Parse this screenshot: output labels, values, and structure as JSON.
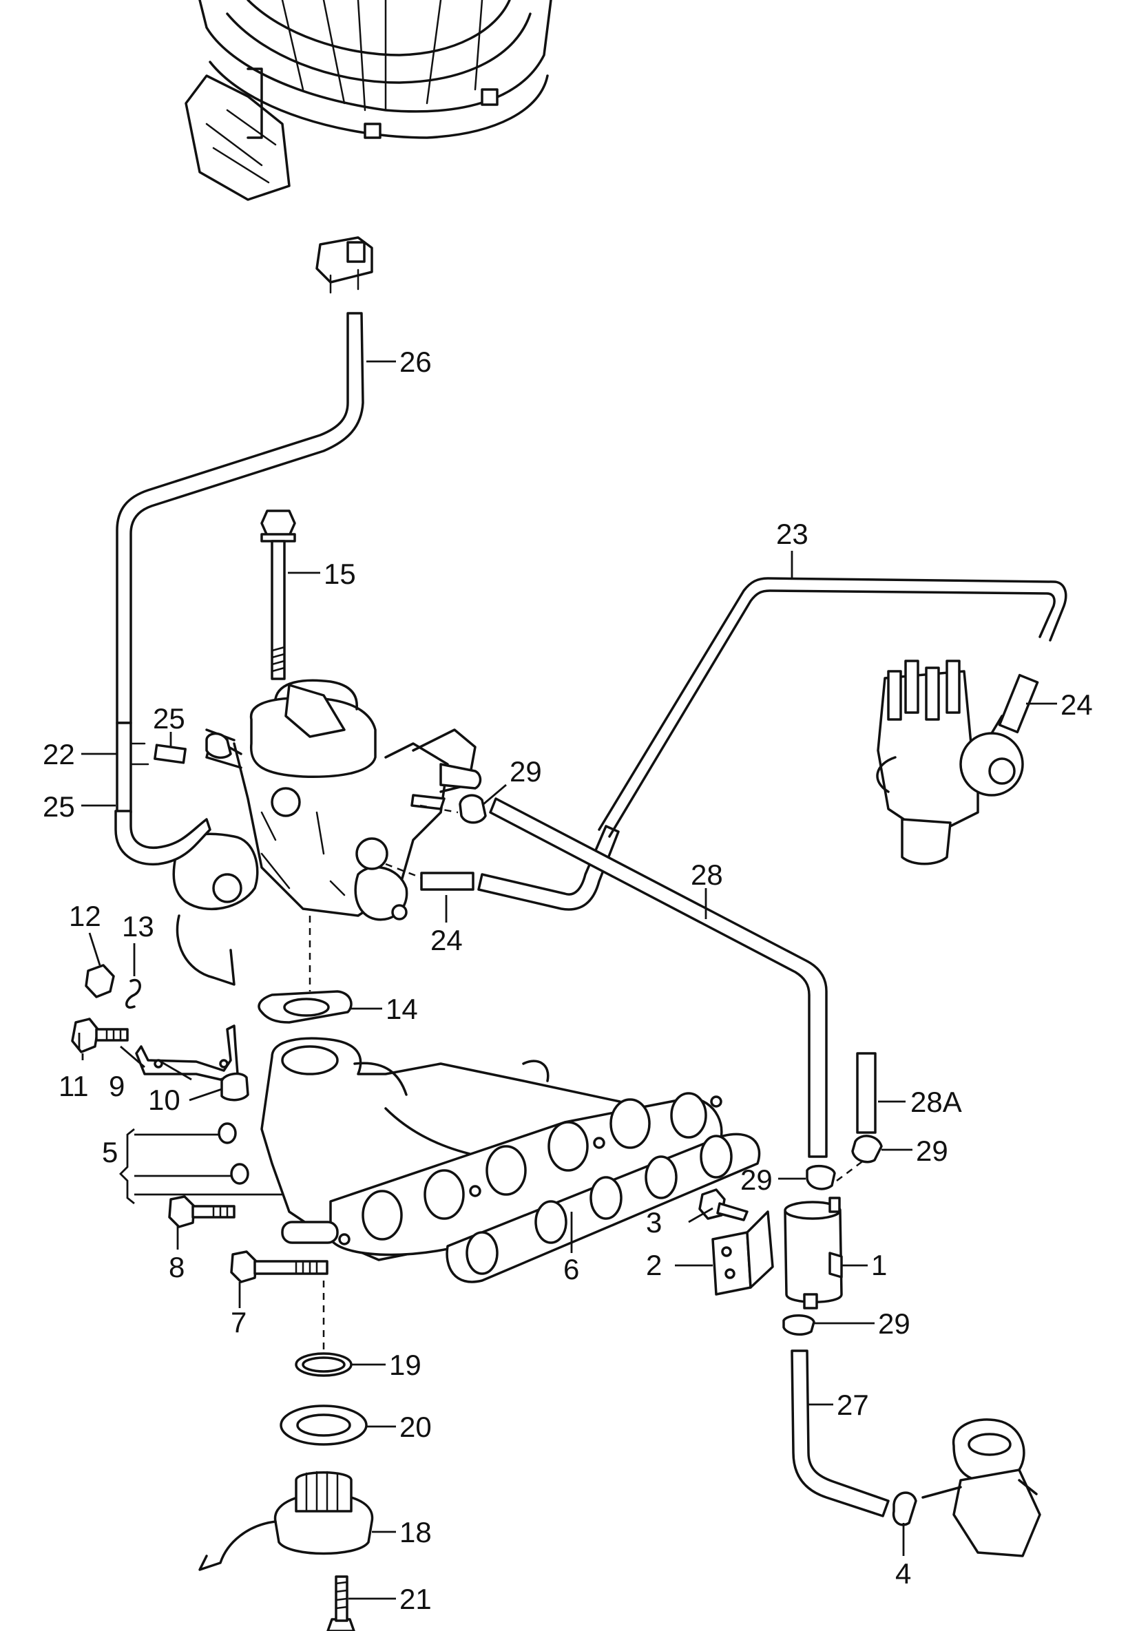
{
  "callouts": {
    "c1": "1",
    "c2": "2",
    "c3": "3",
    "c4": "4",
    "c5": "5",
    "c6": "6",
    "c7": "7",
    "c8": "8",
    "c9": "9",
    "c10": "10",
    "c11": "11",
    "c12": "12",
    "c13": "13",
    "c14": "14",
    "c15": "15",
    "c18": "18",
    "c19": "19",
    "c20": "20",
    "c21": "21",
    "c22": "22",
    "c23": "23",
    "c24a": "24",
    "c24b": "24",
    "c25a": "25",
    "c25b": "25",
    "c26": "26",
    "c27": "27",
    "c28": "28",
    "c28a": "28A",
    "c29a": "29",
    "c29b": "29",
    "c29c": "29",
    "c29d": "29"
  }
}
